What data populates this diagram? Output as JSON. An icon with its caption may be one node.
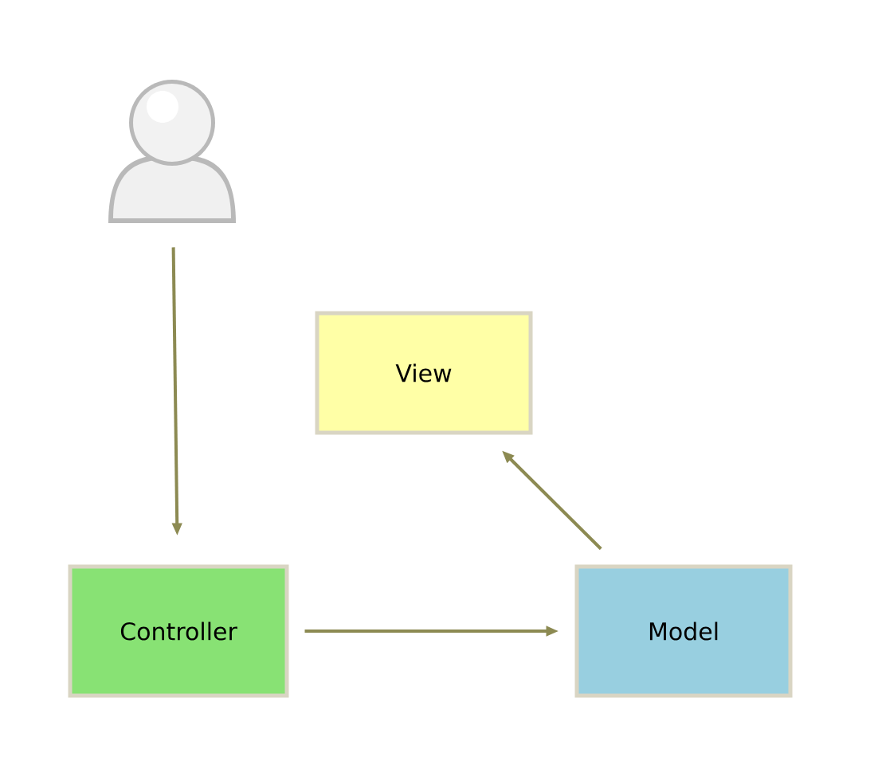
{
  "diagram": {
    "nodes": [
      {
        "text": [],
        "shape": "person"
      },
      {
        "text": [
          "View"
        ]
      },
      {
        "text": [
          "Controller"
        ]
      },
      {
        "text": [
          "Model"
        ]
      }
    ],
    "edges": [
      {
        "from": 0,
        "to": 2,
        "arrow": "to"
      },
      {
        "from": 2,
        "to": 3,
        "arrow": "to"
      },
      {
        "from": 3,
        "to": 1,
        "arrow": "to"
      }
    ]
  }
}
